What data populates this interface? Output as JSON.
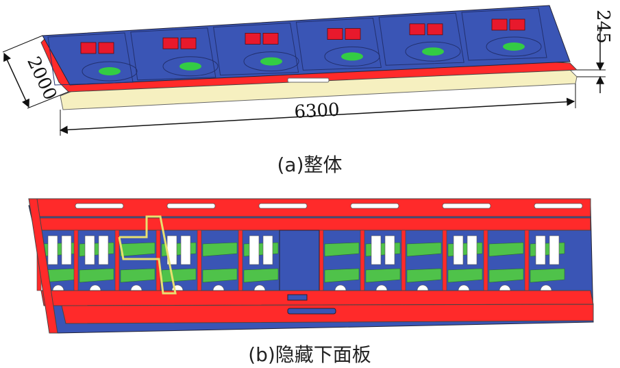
{
  "figure_a": {
    "caption": "(a)整体",
    "dimensions": {
      "length": "6300",
      "width": "2000",
      "height": "245"
    },
    "repeat_count": 6
  },
  "figure_b": {
    "caption": "(b)隐藏下面板",
    "cell_count": 12
  },
  "colors": {
    "top_panel": "#3a55b5",
    "frame": "#ff2a2a",
    "window": "#e8192c",
    "center_ellipse": "#33cc44",
    "base_plate": "#f6f0c0",
    "green_strip": "#4fc24a",
    "highlight": "#e8e070"
  }
}
